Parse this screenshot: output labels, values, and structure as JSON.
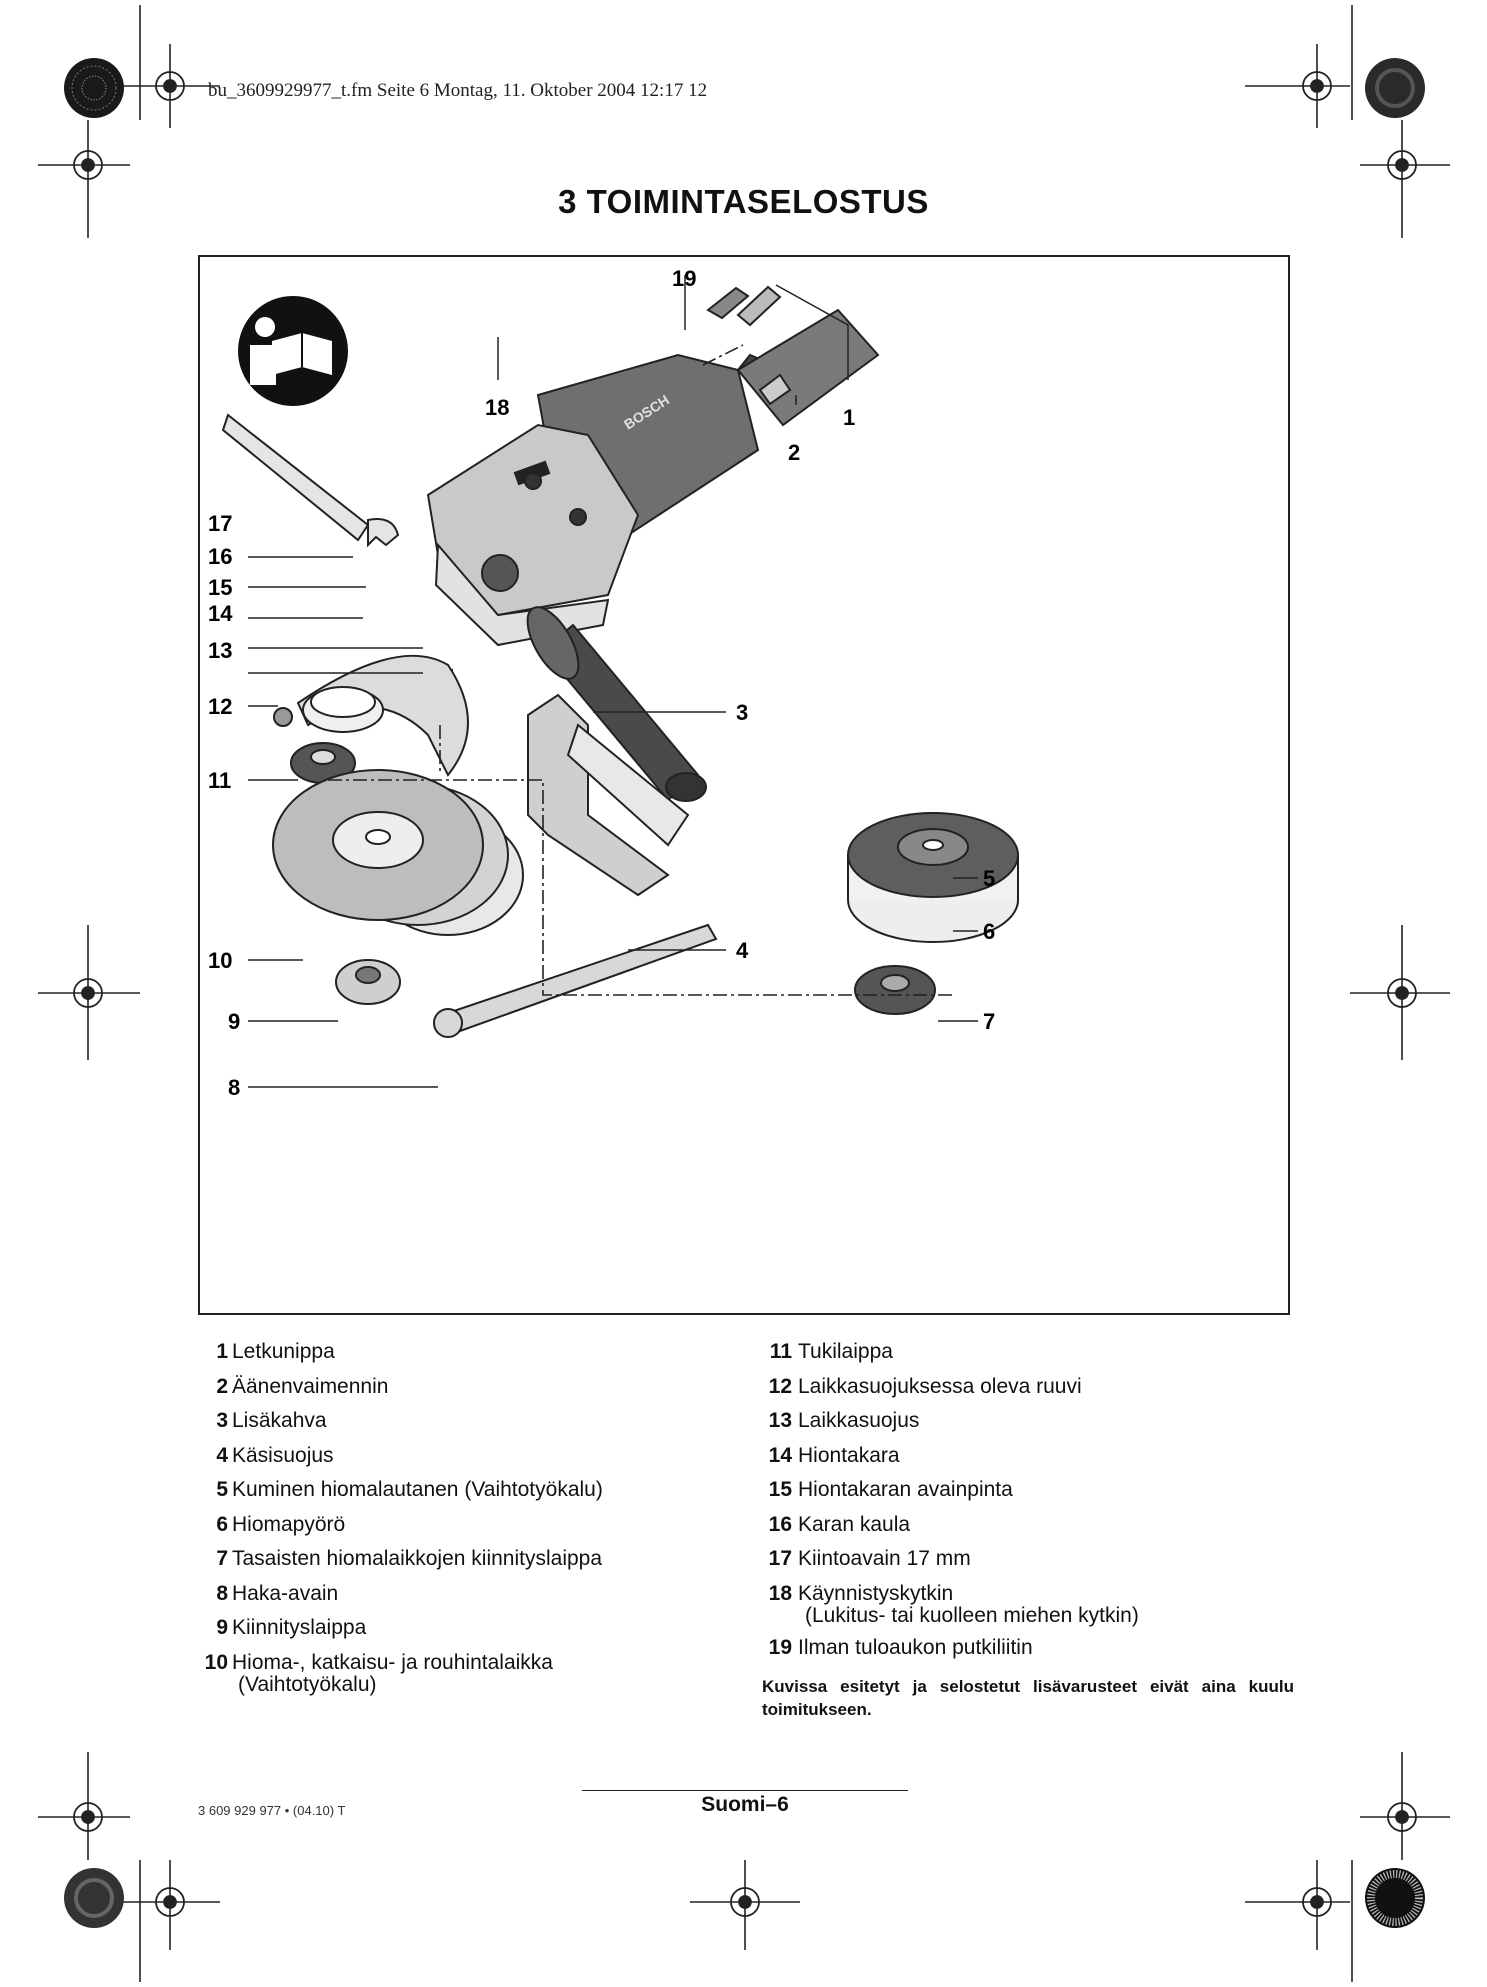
{
  "print_header": "bu_3609929977_t.fm  Seite 6  Montag, 11. Oktober 2004  12:17 12",
  "title": "3  TOIMINTASELOSTUS",
  "figure": {
    "brand_mark": "BOSCH",
    "callouts": [
      "1",
      "2",
      "3",
      "4",
      "5",
      "6",
      "7",
      "8",
      "9",
      "10",
      "11",
      "12",
      "13",
      "14",
      "15",
      "16",
      "17",
      "18",
      "19"
    ]
  },
  "legend_left": [
    {
      "num": "1",
      "text": "Letkunippa"
    },
    {
      "num": "2",
      "text": "Äänenvaimennin"
    },
    {
      "num": "3",
      "text": "Lisäkahva"
    },
    {
      "num": "4",
      "text": "Käsisuojus"
    },
    {
      "num": "5",
      "text": "Kuminen hiomalautanen (Vaihtotyökalu)"
    },
    {
      "num": "6",
      "text": "Hiomapyörö"
    },
    {
      "num": "7",
      "text": "Tasaisten hiomalaikkojen kiinnityslaippa"
    },
    {
      "num": "8",
      "text": "Haka-avain"
    },
    {
      "num": "9",
      "text": "Kiinnityslaippa"
    },
    {
      "num": "10",
      "text": "Hioma-, katkaisu- ja rouhintalaikka",
      "cont": "(Vaihtotyökalu)"
    }
  ],
  "legend_right": [
    {
      "num": "11",
      "text": "Tukilaippa"
    },
    {
      "num": "12",
      "text": "Laikkasuojuksessa oleva ruuvi"
    },
    {
      "num": "13",
      "text": "Laikkasuojus"
    },
    {
      "num": "14",
      "text": "Hiontakara"
    },
    {
      "num": "15",
      "text": "Hiontakaran avainpinta"
    },
    {
      "num": "16",
      "text": "Karan kaula"
    },
    {
      "num": "17",
      "text": "Kiintoavain 17 mm"
    },
    {
      "num": "18",
      "text": "Käynnistyskytkin",
      "cont": "(Lukitus- tai kuolleen miehen kytkin)"
    },
    {
      "num": "19",
      "text": "Ilman tuloaukon putkiliitin"
    }
  ],
  "note": "Kuvissa esitetyt ja selostetut lisävarusteet eivät aina kuulu toimitukseen.",
  "footer": {
    "code": "3 609 929 977 • (04.10) T",
    "page": "Suomi–6"
  }
}
